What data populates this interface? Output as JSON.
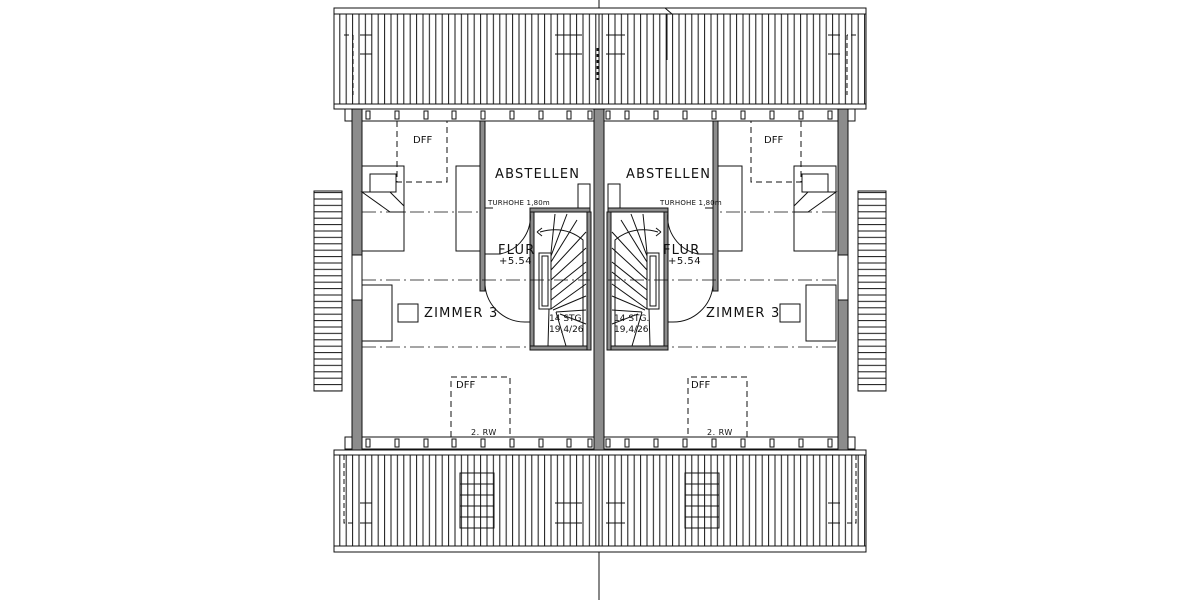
{
  "drawing": {
    "type": "attic floor plan (Dachgeschoss) of semi-detached house",
    "units": [
      {
        "side": "left",
        "rooms": {
          "storage": "ABSTELLEN",
          "hall": "FLUR",
          "hall_level": "+5.54",
          "room": "ZIMMER 3"
        },
        "door_height_note": "TURHOHE 1,80m",
        "stairs": {
          "count": "14 STG.",
          "ratio": "19,4/26"
        },
        "skylights": [
          "DFF",
          "DFF"
        ],
        "gutter_note": "2. RW"
      },
      {
        "side": "right",
        "rooms": {
          "storage": "ABSTELLEN",
          "hall": "FLUR",
          "hall_level": "+5.54",
          "room": "ZIMMER 3"
        },
        "door_height_note": "TURHOHE 1,80m",
        "stairs": {
          "count": "14 STG.",
          "ratio": "19,4/26"
        },
        "skylights": [
          "DFF",
          "DFF"
        ],
        "gutter_note": "2. RW"
      }
    ]
  },
  "colors": {
    "line": "#111111",
    "wall_fill": "#8c8c8c",
    "background": "#ffffff"
  }
}
